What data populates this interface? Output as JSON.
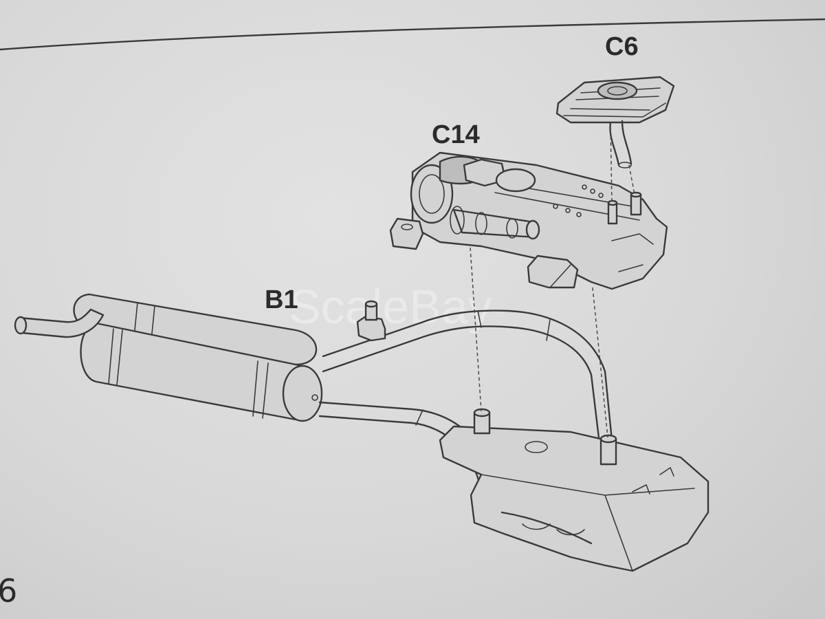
{
  "page": {
    "page_number": "6",
    "watermark": "ScaleBay"
  },
  "parts": {
    "c6": {
      "label": "C6"
    },
    "c14": {
      "label": "C14"
    },
    "b1": {
      "label": "B1"
    }
  }
}
